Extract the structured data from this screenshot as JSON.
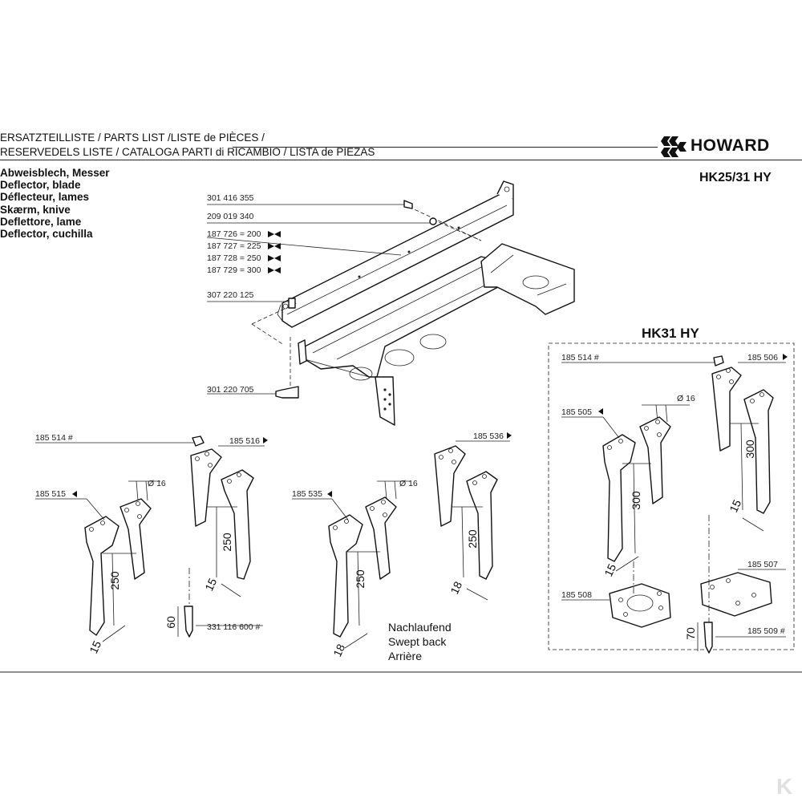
{
  "header": {
    "line1": "ERSATZTEILLISTE / PARTS LIST /LISTE de PIÈCES /",
    "line2": "RESERVEDELS LISTE / CATALOGA PARTI di RICAMBIO / LISTA de PIEZAS",
    "brand": "HOWARD"
  },
  "model": "HK25/31 HY",
  "titles": [
    "Abweisblech, Messer",
    "Deflector, blade",
    "Déflecteur, lames",
    "Skærm, knive",
    "Deflettore, lame",
    "Deflector, cuchilla"
  ],
  "frame_parts": {
    "p1": "301 416 355",
    "p2": "209 019 340",
    "p3": "187 726 = 200",
    "p4": "187 727 = 225",
    "p5": "187 728 = 250",
    "p6": "187 729 = 300",
    "p7": "307 220 125",
    "p8": "301 220 705"
  },
  "left_group": {
    "nut": "185 514 #",
    "blade_right": "185 516",
    "blade_left": "185 515",
    "bolt": "331 116 600 #",
    "dia": "Ø 16",
    "len1": "250",
    "len2": "250",
    "w1": "15",
    "w2": "15",
    "bolt_len": "60"
  },
  "middle_group": {
    "blade_right": "185 536",
    "blade_left": "185 535",
    "dia": "Ø 16",
    "len1": "250",
    "len2": "250",
    "w1": "18",
    "w2": "18",
    "swept": [
      "Nachlaufend",
      "Swept back",
      "Arrière"
    ]
  },
  "hk31": {
    "title": "HK31 HY",
    "nut": "185 514 #",
    "blade_right": "185 506",
    "blade_left": "185 505",
    "plate_left": "185 508",
    "plate_right": "185 507",
    "bolt": "185 509 #",
    "dia": "Ø 16",
    "len1": "300",
    "len2": "300",
    "w1": "15",
    "w2": "15",
    "bolt_len": "70"
  },
  "watermark": "K"
}
